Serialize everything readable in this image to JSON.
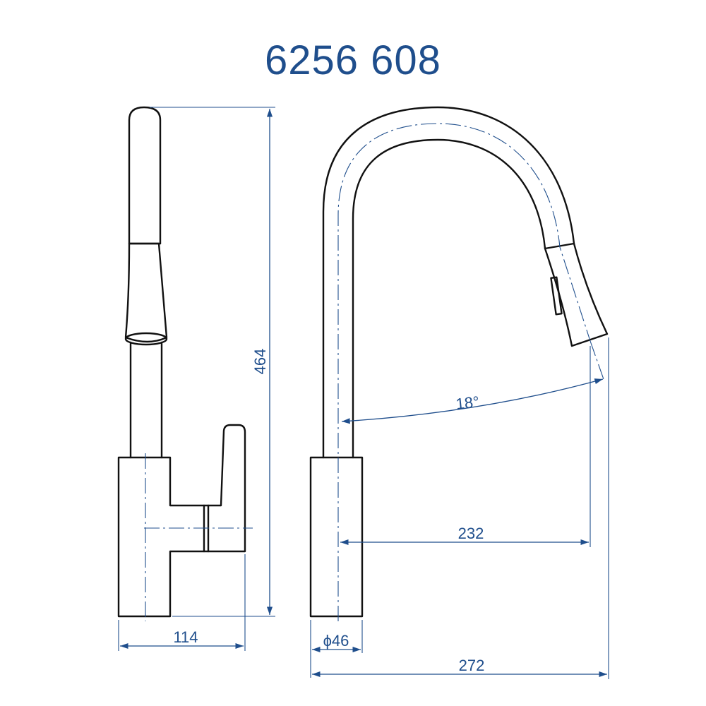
{
  "title": "6256 608",
  "colors": {
    "outline": "#111111",
    "dimension": "#1f4e8c",
    "background": "#ffffff"
  },
  "dimensions": {
    "height": "464",
    "base_depth": "114",
    "base_diameter": "ϕ46",
    "spout_reach": "232",
    "total_reach": "272",
    "swivel_angle": "18°"
  }
}
